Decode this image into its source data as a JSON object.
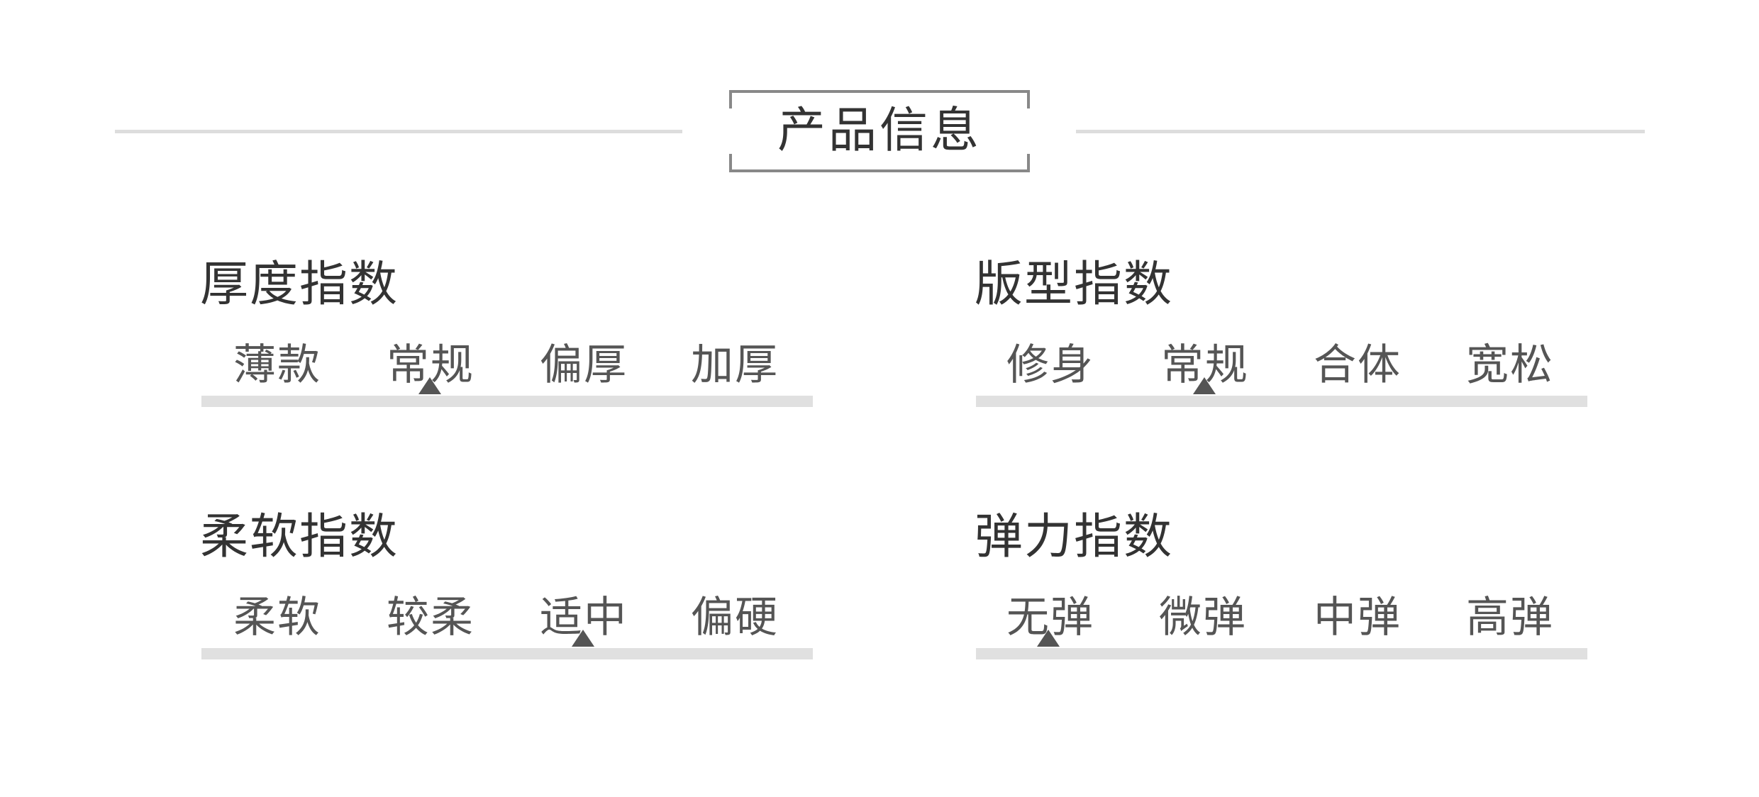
{
  "header": {
    "title": "产品信息"
  },
  "colors": {
    "text": "#333333",
    "label": "#555555",
    "bar": "#e0e0e0",
    "rule": "#dddddd",
    "frame": "#888888"
  },
  "indices": [
    {
      "title": "厚度指数",
      "options": [
        "薄款",
        "常规",
        "偏厚",
        "加厚"
      ],
      "selected": "常规",
      "selected_index": 1
    },
    {
      "title": "版型指数",
      "options": [
        "修身",
        "常规",
        "合体",
        "宽松"
      ],
      "selected": "常规",
      "selected_index": 1
    },
    {
      "title": "柔软指数",
      "options": [
        "柔软",
        "较柔",
        "适中",
        "偏硬"
      ],
      "selected": "适中",
      "selected_index": 2
    },
    {
      "title": "弹力指数",
      "options": [
        "无弹",
        "微弹",
        "中弹",
        "高弹"
      ],
      "selected": "无弹",
      "selected_index": 0
    }
  ]
}
